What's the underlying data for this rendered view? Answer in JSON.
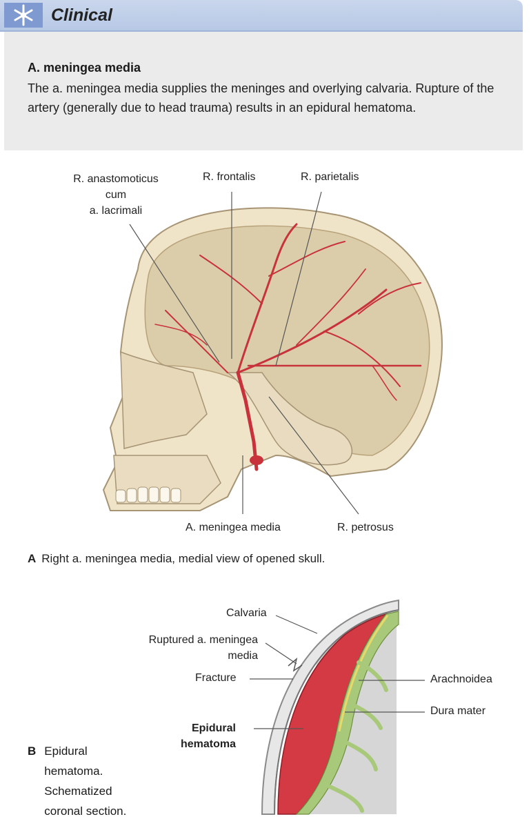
{
  "header": {
    "title": "Clinical",
    "icon": "snowflake-icon"
  },
  "intro": {
    "title": "A. meningea media",
    "text": "The a. meningea media supplies the meninges and overlying calvaria. Rupture of the artery (generally due to head trauma) results in an epidural hematoma."
  },
  "figure_a": {
    "labels": {
      "anastomoticus_1": "R. anastomoticus",
      "anastomoticus_2": "cum",
      "anastomoticus_3": "a. lacrimali",
      "frontalis": "R. frontalis",
      "parietalis": "R. parietalis",
      "meningea_media": "A. meningea media",
      "petrosus": "R. petrosus"
    },
    "caption_letter": "A",
    "caption_text": "Right a. meningea media, medial view of opened skull."
  },
  "figure_b": {
    "labels": {
      "calvaria": "Calvaria",
      "ruptured_1": "Ruptured a. meningea",
      "ruptured_2": "media",
      "fracture": "Fracture",
      "arachnoidea": "Arachnoidea",
      "dura": "Dura mater",
      "epidural_1": "Epidural",
      "epidural_2": "hematoma"
    },
    "caption_letter": "B",
    "caption_lines": [
      "Epidural",
      "hematoma.",
      "Schematized",
      "coronal section."
    ]
  },
  "colors": {
    "header": "#b8c9e6",
    "artery": "#c8323a",
    "bone": "#e3d6bd",
    "hematoma": "#d33a44"
  }
}
